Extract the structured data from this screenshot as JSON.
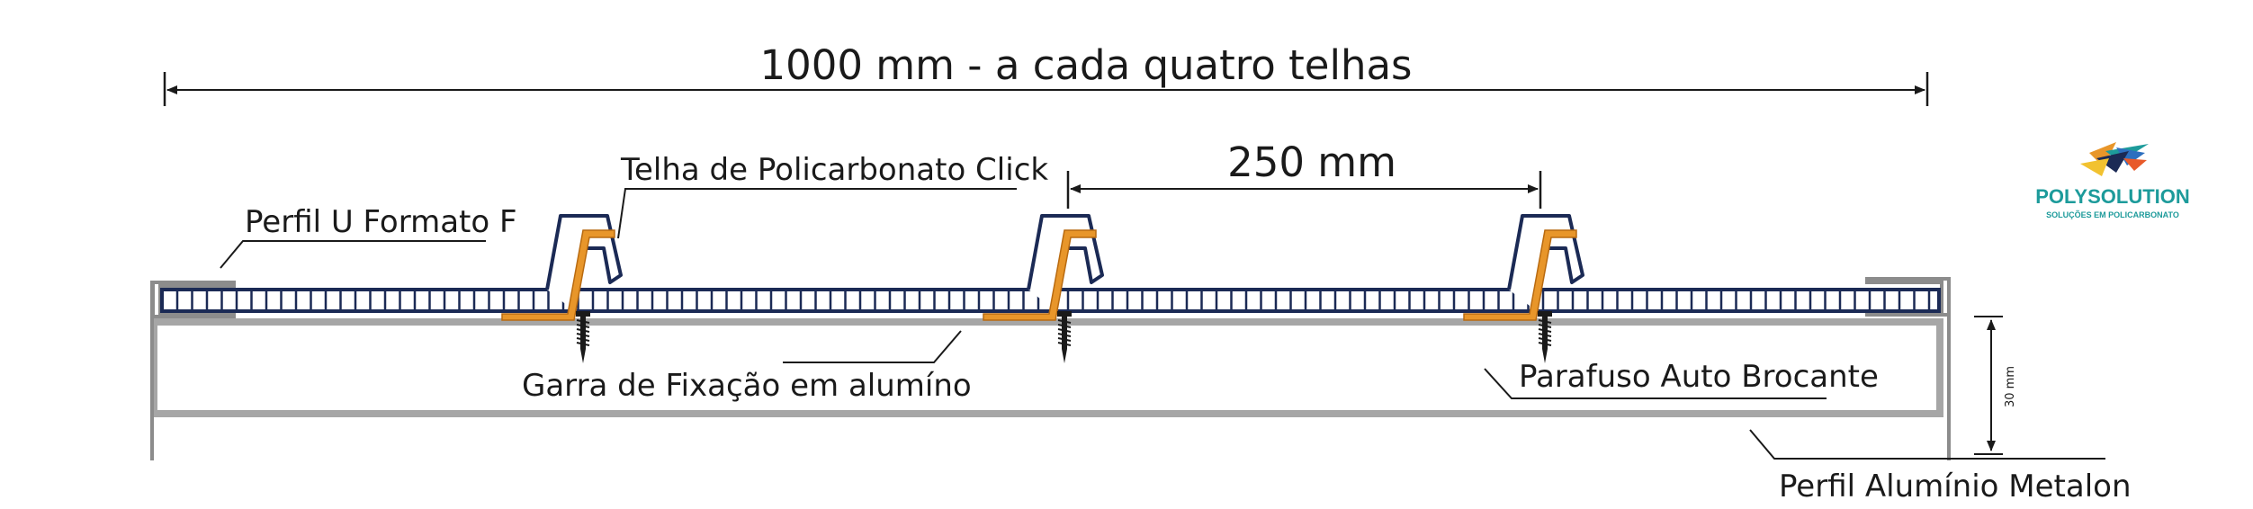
{
  "dimensions": {
    "total": "1000 mm - a cada quatro telhas",
    "spacing": "250 mm",
    "height": "30 mm"
  },
  "labels": {
    "tile": "Telha de Policarbonato Click",
    "u_profile": "Perfil U Formato F",
    "clamp": "Garra de Fixação em alumíno",
    "screw": "Parafuso Auto Brocante",
    "metalon": "Perfil Alumínio Metalon"
  },
  "brand": {
    "name": "POLYSOLUTION",
    "tagline": "SOLUÇÕES EM POLICARBONATO"
  },
  "colors": {
    "navy": "#1b2a55",
    "orange": "#e8962a",
    "grey": "#a6a6a6",
    "teal": "#1d9b9b",
    "black": "#1a1a1a"
  },
  "icons": [
    "polysolution-logo-icon",
    "self-drilling-screw-icon"
  ]
}
